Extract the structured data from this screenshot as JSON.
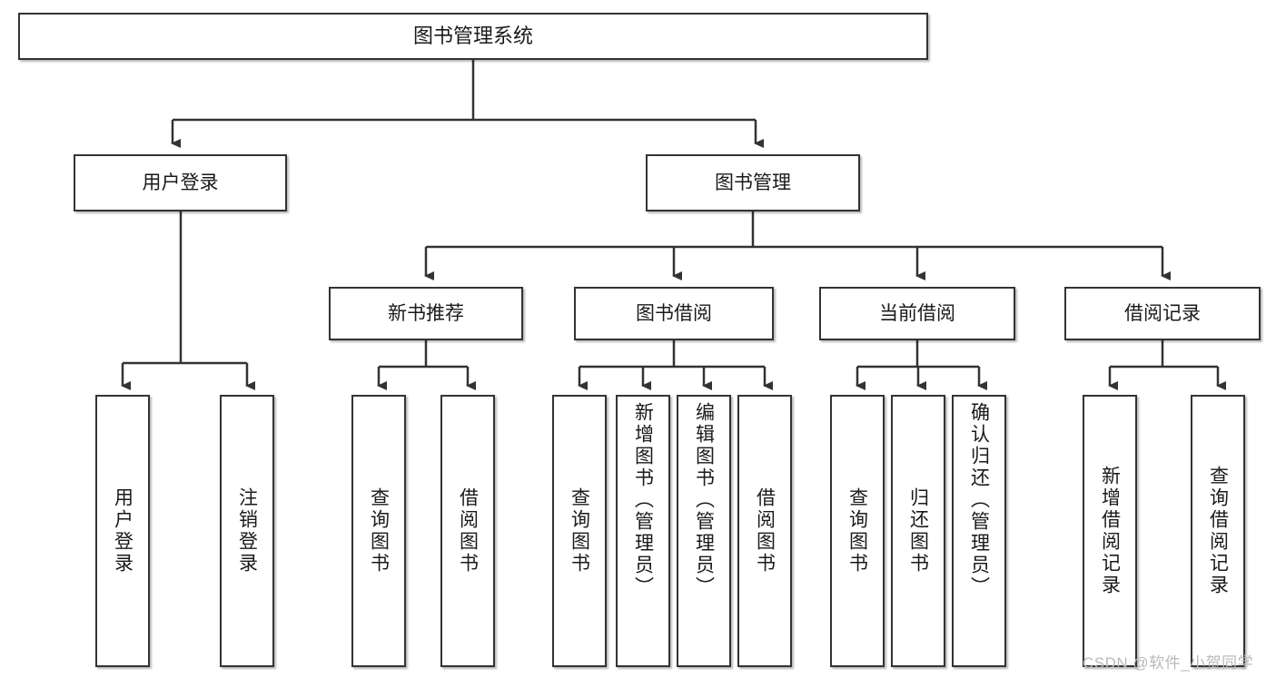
{
  "diagram": {
    "title": "图书管理系统",
    "type": "hierarchy-tree",
    "root": {
      "id": "root",
      "label": "图书管理系统"
    },
    "level2": [
      {
        "id": "user-login",
        "label": "用户登录"
      },
      {
        "id": "book-manage",
        "label": "图书管理"
      }
    ],
    "level3": [
      {
        "id": "new-book-rec",
        "label": "新书推荐",
        "parent": "book-manage"
      },
      {
        "id": "book-borrow",
        "label": "图书借阅",
        "parent": "book-manage"
      },
      {
        "id": "current-borrow",
        "label": "当前借阅",
        "parent": "book-manage"
      },
      {
        "id": "borrow-record",
        "label": "借阅记录",
        "parent": "book-manage"
      }
    ],
    "leaves": [
      {
        "id": "leaf-user-login",
        "label": "用户登录",
        "parent": "user-login"
      },
      {
        "id": "leaf-logout",
        "label": "注销登录",
        "parent": "user-login"
      },
      {
        "id": "leaf-query-book-1",
        "label": "查询图书",
        "parent": "new-book-rec"
      },
      {
        "id": "leaf-borrow-book-1",
        "label": "借阅图书",
        "parent": "new-book-rec"
      },
      {
        "id": "leaf-query-book-2",
        "label": "查询图书",
        "parent": "book-borrow"
      },
      {
        "id": "leaf-add-book",
        "label": "新增图书（管理员）",
        "parent": "book-borrow"
      },
      {
        "id": "leaf-edit-book",
        "label": "编辑图书（管理员）",
        "parent": "book-borrow"
      },
      {
        "id": "leaf-borrow-book-2",
        "label": "借阅图书",
        "parent": "book-borrow"
      },
      {
        "id": "leaf-query-book-3",
        "label": "查询图书",
        "parent": "current-borrow"
      },
      {
        "id": "leaf-return-book",
        "label": "归还图书",
        "parent": "current-borrow"
      },
      {
        "id": "leaf-confirm-return",
        "label": "确认归还（管理员）",
        "parent": "current-borrow"
      },
      {
        "id": "leaf-add-record",
        "label": "新增借阅记录",
        "parent": "borrow-record"
      },
      {
        "id": "leaf-query-record",
        "label": "查询借阅记录",
        "parent": "borrow-record"
      }
    ]
  },
  "watermark": {
    "text": "CSDN @软件_小贺同学"
  },
  "colors": {
    "box_border": "#333333",
    "box_fill": "#ffffff",
    "connector": "#333333",
    "text": "#1a1a1a",
    "watermark": "#b9b9b9",
    "background": "#ffffff"
  }
}
